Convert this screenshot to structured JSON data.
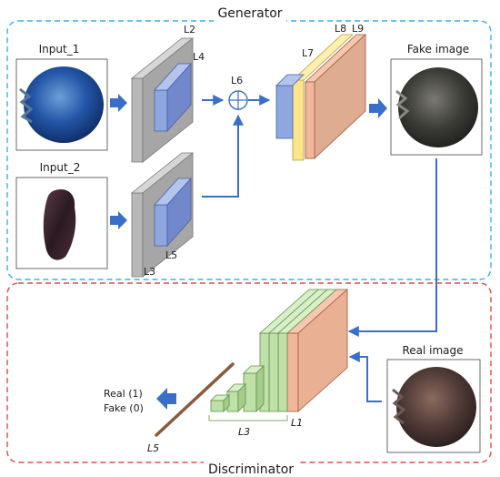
{
  "sections": {
    "generator": "Generator",
    "discriminator": "Discriminator"
  },
  "generator": {
    "input_1_label": "Input_1",
    "input_2_label": "Input_2",
    "fake_image_label": "Fake image",
    "layers": {
      "l2": "L2",
      "l3": "L3",
      "l4": "L4",
      "l5": "L5",
      "l6": "L6",
      "l7": "L7",
      "l8": "L8",
      "l9": "L9"
    }
  },
  "discriminator": {
    "real_image_label": "Real image",
    "output_real": "Real (1)",
    "output_fake": "Fake (0)",
    "layers": {
      "l1": "L1",
      "l3": "L3",
      "l5": "L5"
    }
  },
  "colors": {
    "generator_border": "#3fb0e0",
    "discriminator_border": "#e04a4a",
    "arrow": "#3a6fc9",
    "gray_layer": "#b8b8b8",
    "blue_layer": "#8fa7e0",
    "yellow_layer": "#fbe48a",
    "peach_layer": "#f2b79a",
    "green_layer": "#bfe0a8"
  }
}
